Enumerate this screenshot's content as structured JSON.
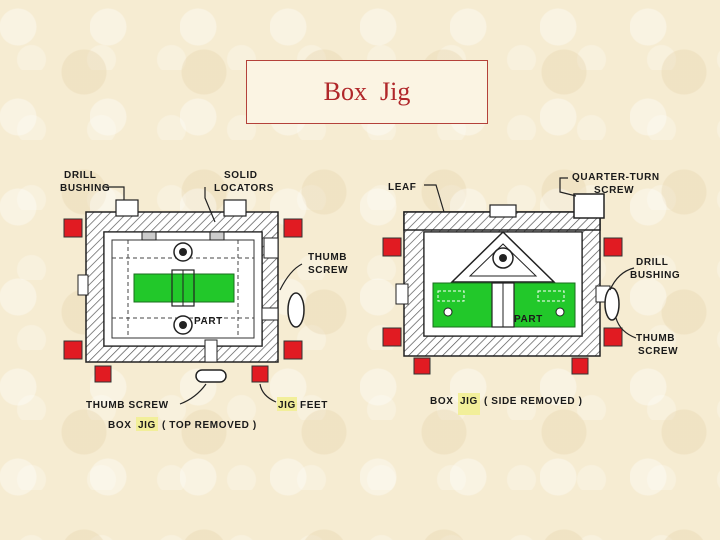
{
  "title": "Box  Jig",
  "left_figure": {
    "labels": {
      "drill_bushing_1": "DRILL",
      "drill_bushing_2": "BUSHING",
      "solid_locators_1": "SOLID",
      "solid_locators_2": "LOCATORS",
      "thumb_screw_right_1": "THUMB",
      "thumb_screw_right_2": "SCREW",
      "part": "PART",
      "thumb_screw_bottom": "THUMB SCREW",
      "jig": "JIG",
      "feet": "FEET",
      "caption_prefix": "BOX",
      "caption_jig": "JIG",
      "caption_suffix": "( TOP REMOVED )"
    }
  },
  "right_figure": {
    "labels": {
      "leaf": "LEAF",
      "quarter_turn_1": "QUARTER-TURN",
      "quarter_turn_2": "SCREW",
      "drill_bushing_1": "DRILL",
      "drill_bushing_2": "BUSHING",
      "thumb_screw_1": "THUMB",
      "thumb_screw_2": "SCREW",
      "part": "PART",
      "caption_prefix": "BOX",
      "caption_jig": "JIG",
      "caption_suffix": "( SIDE REMOVED )"
    }
  },
  "colors": {
    "part": "#22c82a",
    "feet": "#e11b22",
    "title": "#b0272a"
  }
}
